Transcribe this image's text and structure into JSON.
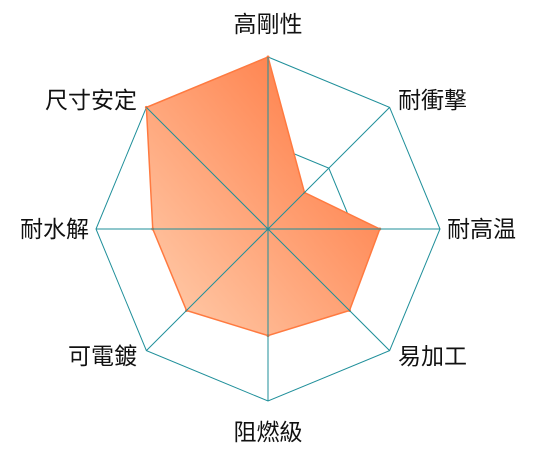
{
  "chart_data": {
    "type": "radar",
    "title": "",
    "axes": [
      "高剛性",
      "耐衝撃",
      "耐高温",
      "易加工",
      "阻燃級",
      "可電鍍",
      "耐水解",
      "尺寸安定"
    ],
    "values": [
      1.0,
      0.3,
      0.65,
      0.67,
      0.62,
      0.67,
      0.67,
      1.0
    ],
    "range": [
      0,
      1
    ],
    "rings": 2,
    "grid": true,
    "legend": false,
    "colors": {
      "grid": "#1f8f9a",
      "fill_light": "#ffd0b0",
      "fill_dark": "#ff6f35",
      "outline": "#ff7a40"
    }
  }
}
